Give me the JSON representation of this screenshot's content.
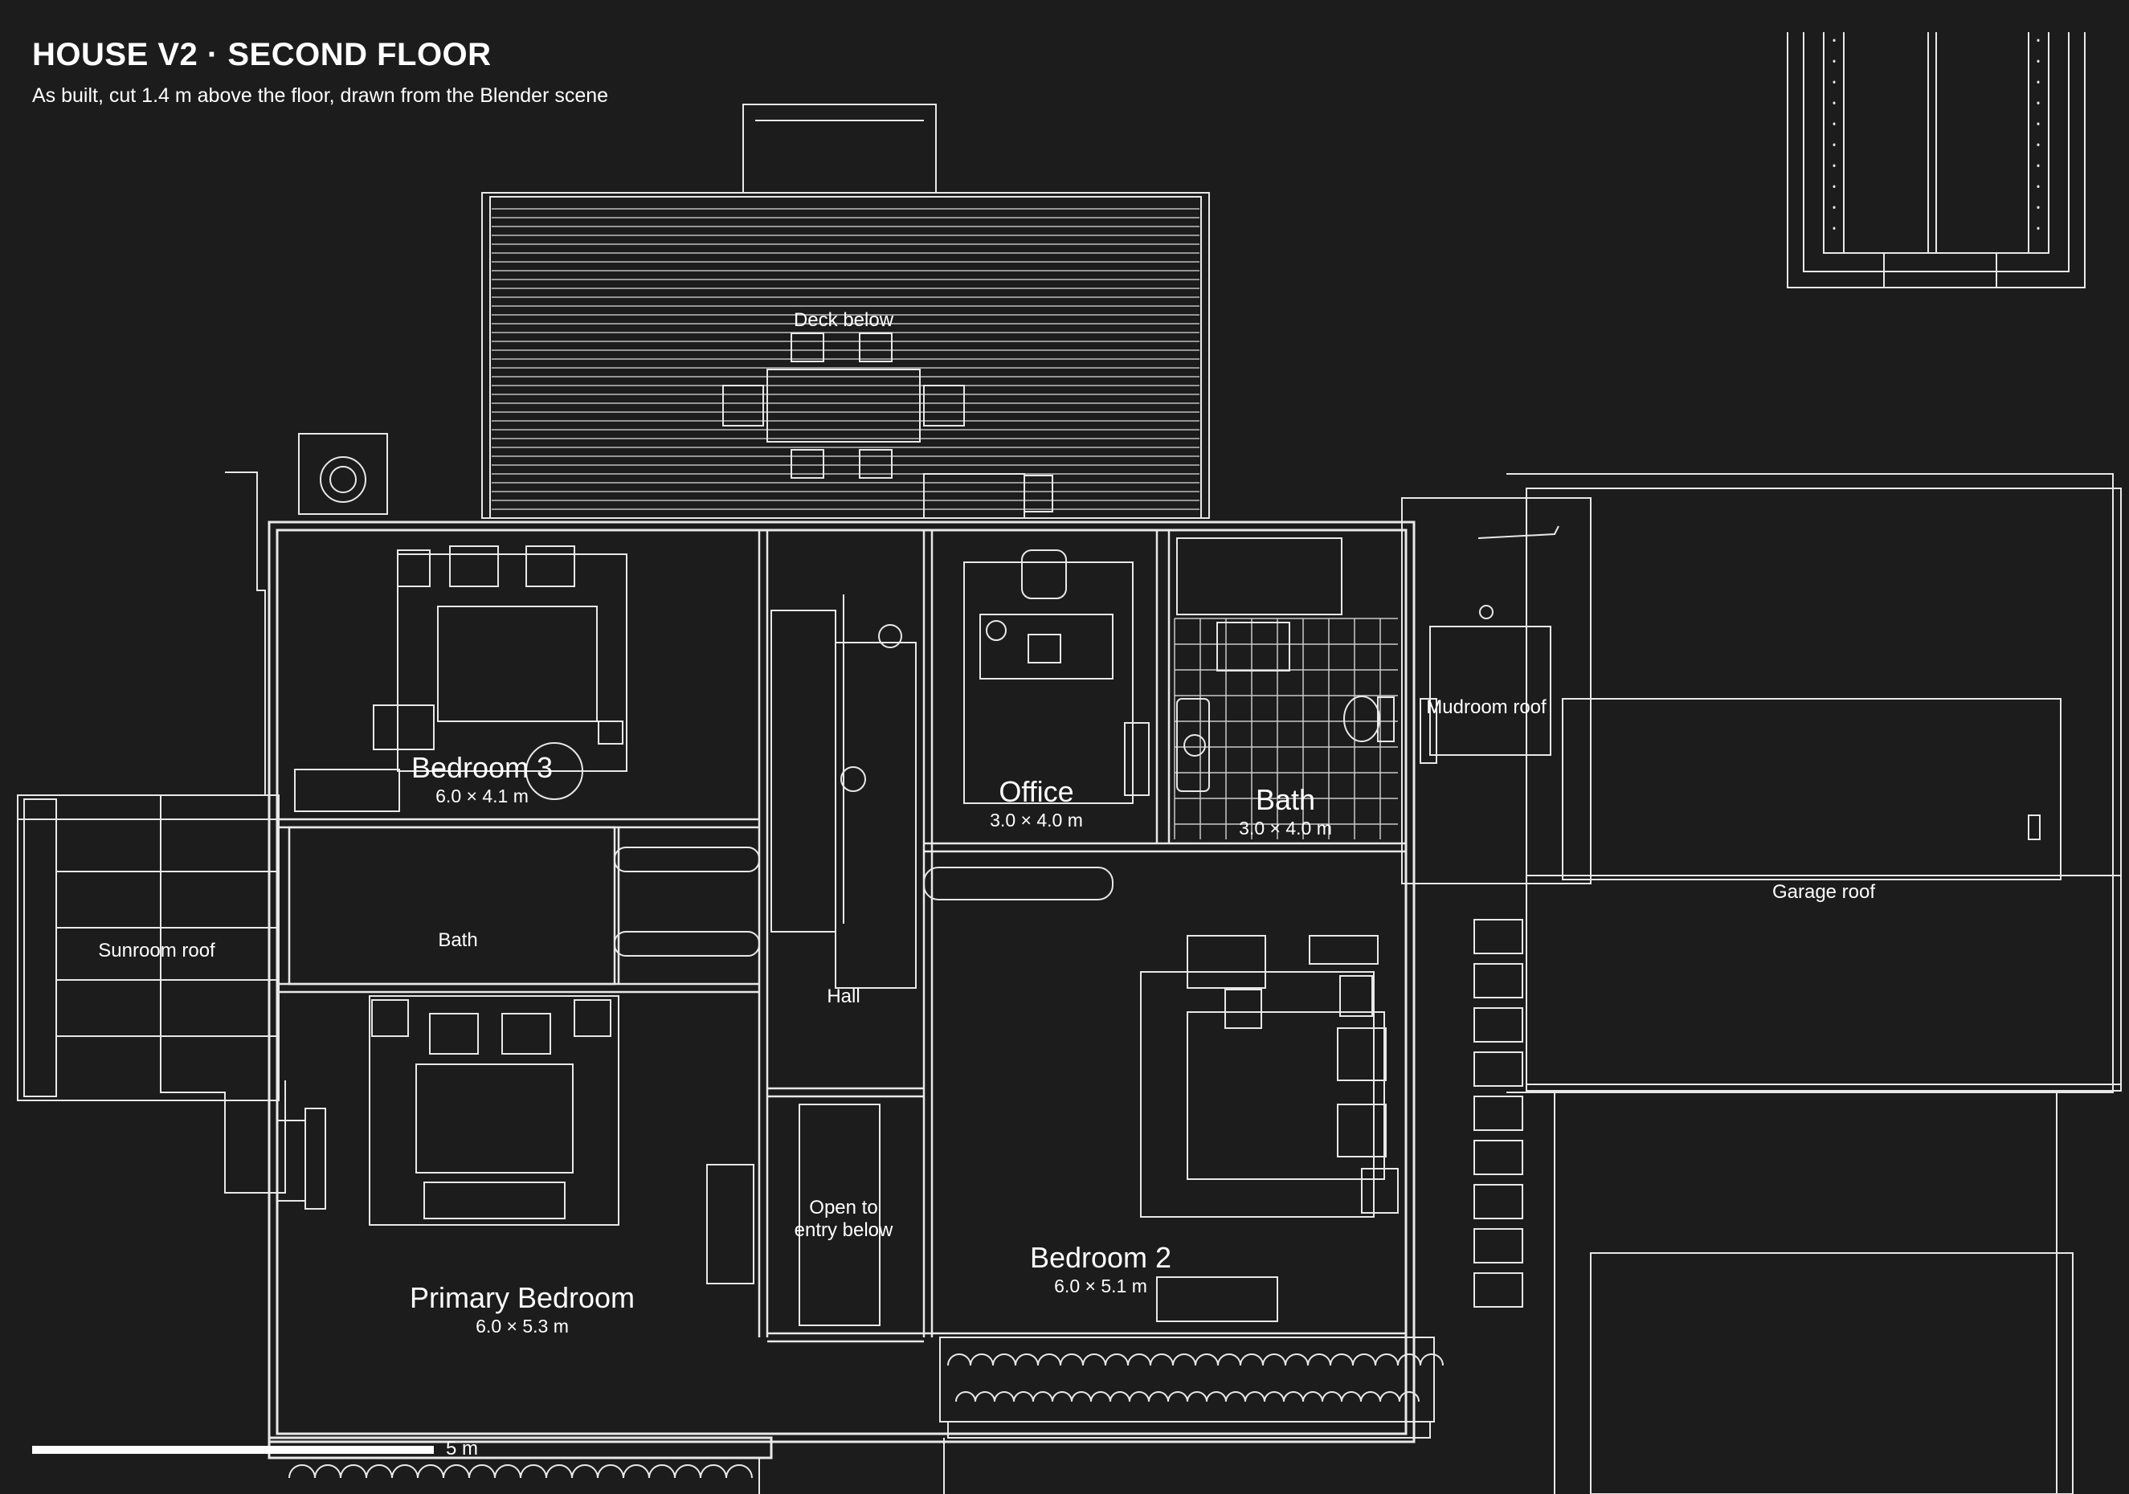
{
  "header": {
    "title": "HOUSE V2  ·  SECOND FLOOR",
    "subtitle": "As built, cut 1.4 m above the floor, drawn from the Blender scene"
  },
  "rooms": {
    "bedroom3": {
      "name": "Bedroom 3",
      "dim": "6.0 × 4.1 m"
    },
    "office": {
      "name": "Office",
      "dim": "3.0 × 4.0 m"
    },
    "bath_main": {
      "name": "Bath",
      "dim": "3.0 × 4.0 m"
    },
    "bedroom2": {
      "name": "Bedroom 2",
      "dim": "6.0 × 5.1 m"
    },
    "primary": {
      "name": "Primary Bedroom",
      "dim": "6.0 × 5.3 m"
    }
  },
  "areas": {
    "deck": "Deck below",
    "bath_small": "Bath",
    "hall": "Hall",
    "open_entry": "Open to\nentry below",
    "sunroom": "Sunroom roof",
    "mudroom": "Mudroom roof",
    "garage": "Garage roof"
  },
  "scale": {
    "label": "5 m"
  },
  "colors": {
    "background": "#1c1c1c",
    "lines": "#ffffff"
  }
}
